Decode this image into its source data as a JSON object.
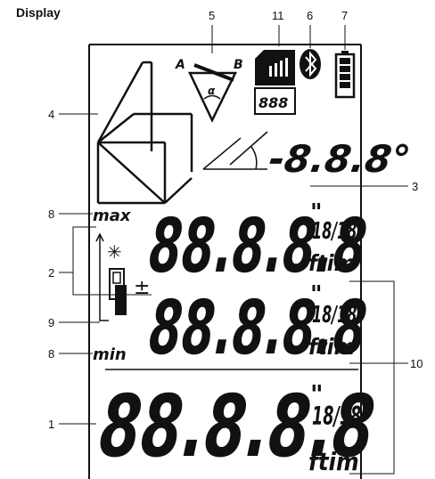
{
  "heading": "Display",
  "callouts": {
    "c1": "1",
    "c2": "2",
    "c3": "3",
    "c4": "4",
    "c5": "5",
    "c6": "6",
    "c7": "7",
    "c8a": "8",
    "c8b": "8",
    "c9": "9",
    "c10": "10",
    "c11": "11"
  },
  "display": {
    "point_a": "A",
    "point_b": "B",
    "alpha": "α",
    "small_digits": "888",
    "angle_readout": "-8.8.8°",
    "max_label": "max",
    "min_label": "min",
    "star": "✳",
    "plus_minus": "±",
    "line1_digits": "88.8.8.8",
    "line2_digits": "88.8.8.8",
    "main_digits": "88.8.8.8",
    "fraction": "18/18",
    "inch_mark": "\"",
    "units": "ftim"
  },
  "colors": {
    "ink": "#111111",
    "background": "#ffffff"
  }
}
